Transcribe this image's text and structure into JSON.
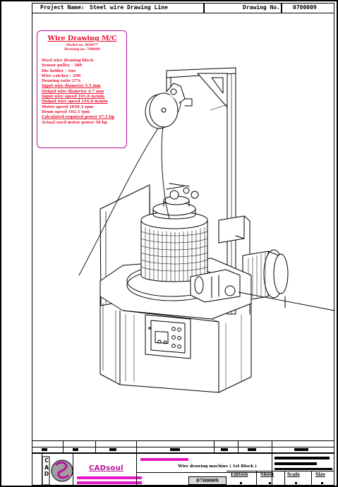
{
  "header": {
    "project_label": "Project Name:",
    "project_name": "Steel wire Drawing Line",
    "drawing_label": "Drawing No.:",
    "drawing_number": "0700009"
  },
  "spec_box": {
    "title": "Wire Drawing M/C",
    "sub1": "Model no. WD077",
    "sub2": "Drawing no. 700009",
    "lines": [
      "Steel wire drawing block",
      "Sensor pulley - 380",
      "Die holder - 1no",
      "Wire catcher - 290",
      "Drawing ratio 27%",
      "Input wire diameter 5.5 mm",
      "Output wire diameter 4.7 mm",
      "Input wire speed 101.6 m/min",
      "Output wire speed 144.0 m/min",
      "Motor speed 1050.3 rpm",
      "Drum speed 102.3 rpm",
      "Calculated required power 47.5 hp",
      "Actual used motor power 50 hp"
    ]
  },
  "title_block": {
    "company": "CADsoul",
    "title": "Wire drawing machine ( 1st Block )",
    "drawing_number": "0700009",
    "edition_label": "Edition",
    "sheet_label": "Sheet",
    "scale_label": "Scale",
    "size_label": "Size",
    "logo_letters": "CAD"
  },
  "colors": {
    "accent_magenta": "#e516c7",
    "spec_red": "#e8102e",
    "line": "#000000"
  }
}
